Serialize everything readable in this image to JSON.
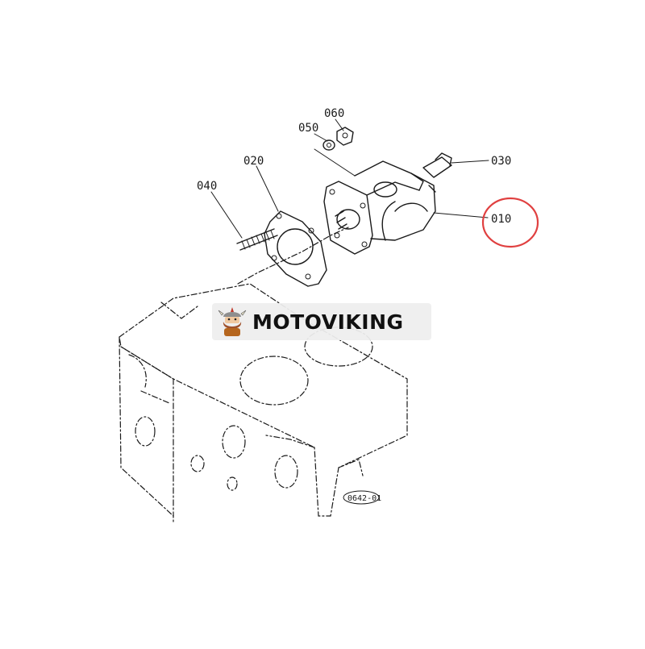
{
  "callouts": {
    "part_010": "010",
    "part_020": "020",
    "part_030": "030",
    "part_040": "040",
    "part_050": "050",
    "part_060": "060"
  },
  "drawing_ref": "0642-01",
  "watermark": {
    "brand": "MOTOVIKING",
    "icon": "viking-mascot-icon"
  },
  "highlight": {
    "target": "010",
    "color": "#e04040"
  }
}
